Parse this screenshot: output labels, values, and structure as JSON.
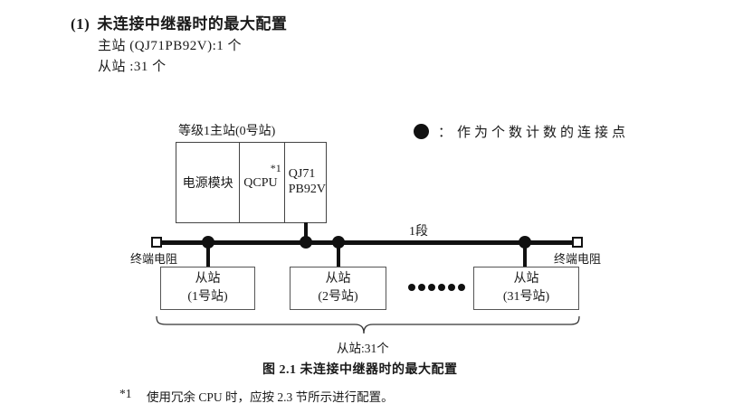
{
  "heading": {
    "number": "(1)",
    "title": "未连接中继器时的最大配置"
  },
  "specs": {
    "master_count": "主站 (QJ71PB92V):1 个",
    "slave_count": "从站 :31 个"
  },
  "legend": {
    "colon": "：",
    "label": "作为个数计数的连接点"
  },
  "diagram": {
    "master": {
      "label": "等级1主站(0号站)",
      "power_module": "电源模块",
      "cpu": "QCPU",
      "cpu_note": "*1",
      "network_module_line1": "QJ71",
      "network_module_line2": "PB92V"
    },
    "bus": {
      "segment_label": "1段",
      "left_terminator_label": "终端电阻",
      "right_terminator_label": "终端电阻"
    },
    "slaves": [
      {
        "title": "从站",
        "station": "(1号站)"
      },
      {
        "title": "从站",
        "station": "(2号站)"
      },
      {
        "title": "从站",
        "station": "(31号站)"
      }
    ],
    "brace_label": "从站:31个"
  },
  "caption": "图 2.1 未连接中继器时的最大配置",
  "footnote": {
    "marker": "*1",
    "text": "使用冗余 CPU 时，应按 2.3 节所示进行配置。"
  },
  "colors": {
    "text": "#1a1a1a",
    "line": "#111111",
    "box_border": "#444444"
  }
}
